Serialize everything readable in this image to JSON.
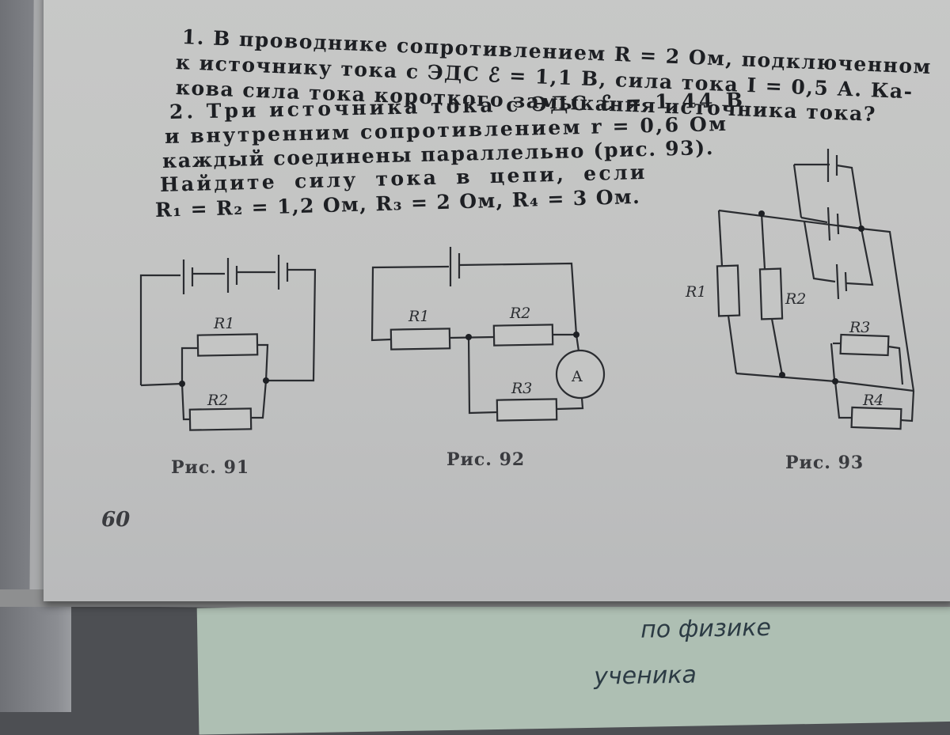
{
  "problems": {
    "p1_lines": [
      "1. В проводнике сопротивлением R = 2 Ом, подключенном",
      "к источнику тока с ЭДС ℰ = 1,1 В, сила тока I = 0,5 А. Ка-",
      "кова сила тока короткого замыкания источника тока?"
    ],
    "p2_lines": [
      "2. Три источника тока с ЭДС ℰ = 1,44 В",
      "и внутренним сопротивлением r = 0,6 Ом",
      "каждый соединены параллельно (рис. 93).",
      "Найдите  силу  тока  в  цепи,  если",
      "R₁ = R₂ = 1,2 Ом, R₃ = 2 Ом, R₄ = 3 Ом."
    ]
  },
  "figures": {
    "fig91": {
      "caption": "Рис. 91",
      "labels": [
        "R1",
        "R2"
      ]
    },
    "fig92": {
      "caption": "Рис. 92",
      "labels": [
        "R1",
        "R2",
        "R3"
      ],
      "meter": "A"
    },
    "fig93": {
      "caption": "Рис. 93",
      "labels": [
        "R1",
        "R2",
        "R3",
        "R4"
      ]
    }
  },
  "page_number": "60",
  "notebook_text": [
    "по физике",
    "ученика"
  ]
}
